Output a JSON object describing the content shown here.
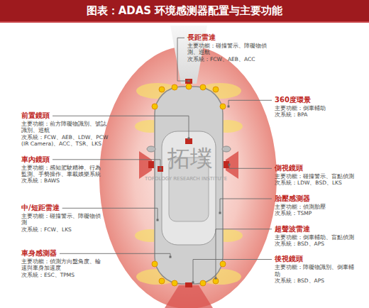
{
  "diagram": {
    "title": "图表：ADAS 环境感测器配置与主要功能",
    "nodes": [
      {
        "text": [
          "長距雷達",
          "主要功能：碰撞警示、障礙物偵測、巡航",
          "次系統：FCW、AEB、ACC"
        ]
      },
      {
        "text": [
          "360度環景",
          "主要功能：倒車輔助",
          "次系統：BPA"
        ]
      },
      {
        "text": [
          "前置鏡頭",
          "主要功能：前方障礙物識別、號誌識別、巡航",
          "次系統：FCW、AEB、LDW、PCW(IR Camera)、ACC、TSR、LKS"
        ]
      },
      {
        "text": [
          "車內鏡頭",
          "主要功能：感知駕駛精神、行為監測、手勢操作、車載娛樂系統",
          "次系統：BAWS"
        ]
      },
      {
        "text": [
          "側視鏡頭",
          "主要功能：碰撞警示、盲點偵測",
          "次系統：LDW、BSD、LKS"
        ]
      },
      {
        "text": [
          "胎壓感測器",
          "主要功能：偵測胎壓",
          "次系統：TSMP"
        ]
      },
      {
        "text": [
          "中/短距雷達",
          "主要功能：碰撞警示、障礙物偵測",
          "次系統：FCW、LKS"
        ]
      },
      {
        "text": [
          "超聲波雷達",
          "主要功能：倒車輔助、盲點偵測",
          "次系統：BSD、APS"
        ]
      },
      {
        "text": [
          "車身感測器",
          "主要功能：偵測方向盤角度、輪速與車身加速度",
          "次系統：ESC、TPMS"
        ]
      },
      {
        "text": [
          "後視鏡頭",
          "主要功能：障礙物識別、倒車輔助",
          "次系統：BSD、APS"
        ]
      }
    ],
    "labels": [
      "拓墣",
      "TOPOLOGY RESEARCH INSTITUTE"
    ]
  }
}
